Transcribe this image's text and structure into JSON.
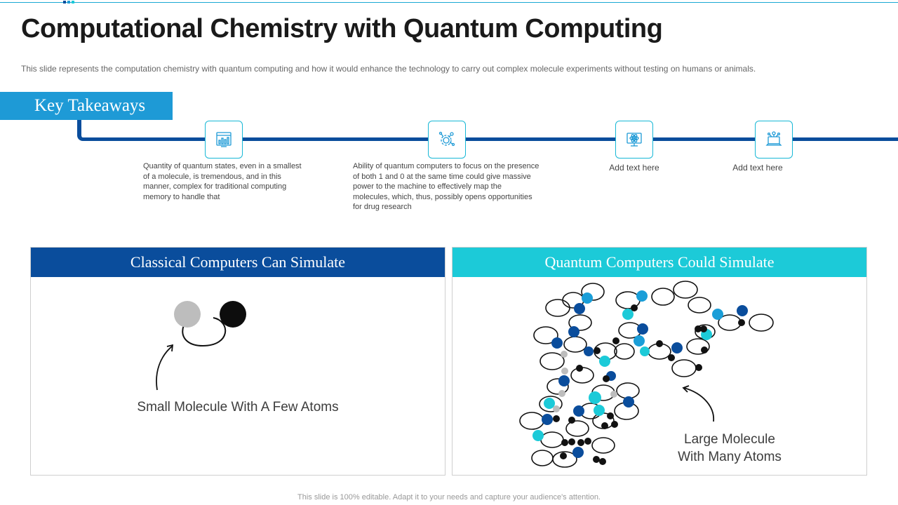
{
  "header": {
    "title": "Computational Chemistry with Quantum Computing",
    "subtitle": "This slide represents the computation chemistry with quantum computing and how it would enhance the technology to carry out complex molecule experiments without testing on humans or animals."
  },
  "takeaways": {
    "label": "Key Takeaways",
    "items": [
      {
        "icon": "server-chart-icon",
        "text": "Quantity of quantum states, even in a smallest of a molecule, is tremendous, and in this manner, complex for traditional computing memory to handle that"
      },
      {
        "icon": "gear-network-icon",
        "text": "Ability of quantum computers to focus on the presence of both 1 and 0 at the same time could give massive power to the machine to effectively map the molecules, which, thus, possibly opens opportunities for drug research"
      },
      {
        "icon": "atom-monitor-icon",
        "text": "Add text here"
      },
      {
        "icon": "laptop-network-icon",
        "text": "Add text here"
      }
    ]
  },
  "panels": {
    "classical": {
      "title": "Classical Computers Can Simulate",
      "caption": "Small Molecule  With A Few Atoms",
      "color": "#0a4d9c"
    },
    "quantum": {
      "title": "Quantum Computers Could Simulate",
      "caption_line1": "Large Molecule",
      "caption_line2": "With Many Atoms",
      "color": "#1ccad8"
    }
  },
  "colors": {
    "accent_blue": "#1e9ad6",
    "dark_blue": "#0a4d9c",
    "cyan": "#1ccad8"
  },
  "footer": {
    "text": "This slide is 100% editable. Adapt it to your needs and capture your audience's attention."
  }
}
